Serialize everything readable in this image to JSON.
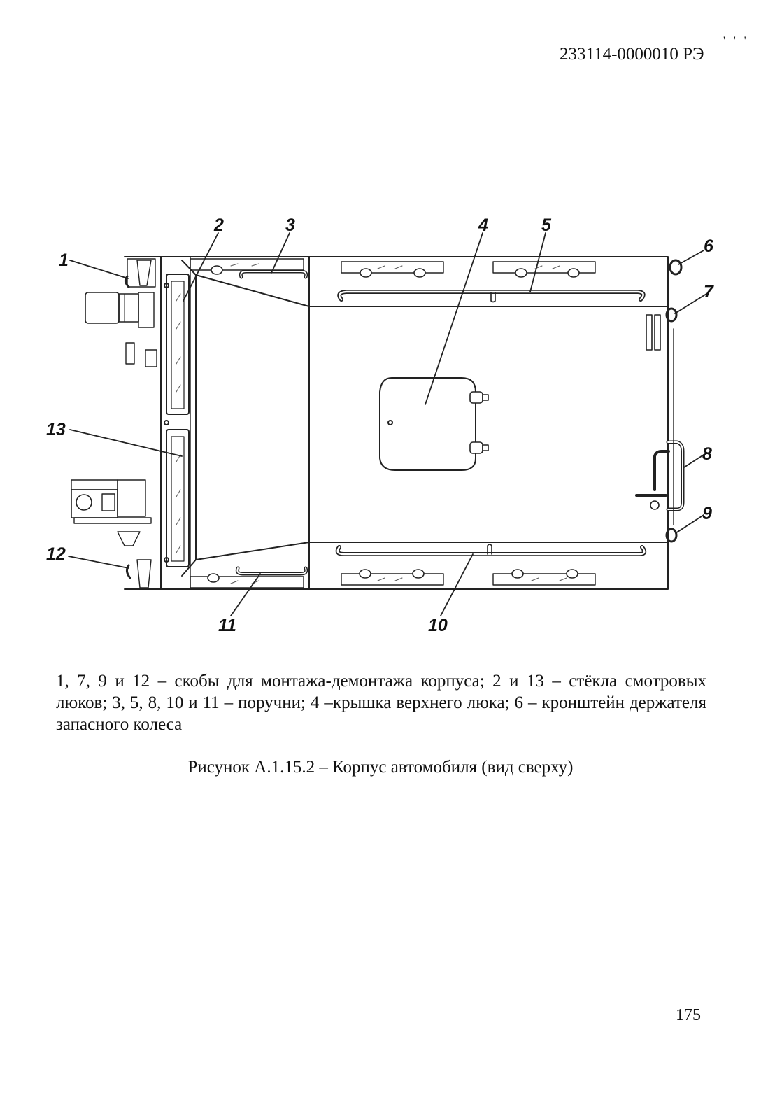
{
  "header": {
    "doc_code": "233114-0000010 РЭ",
    "corner_marks": "' ' '"
  },
  "figure": {
    "callouts": [
      "1",
      "2",
      "3",
      "4",
      "5",
      "6",
      "7",
      "8",
      "9",
      "10",
      "11",
      "12",
      "13"
    ]
  },
  "caption": {
    "legend": "1, 7, 9 и 12 – скобы для монтажа-демонтажа корпуса; 2 и 13 – стёкла смотровых люков; 3, 5, 8, 10 и 11 – поручни; 4 –крышка верхнего люка; 6 – кронштейн держателя запасного колеса",
    "title": "Рисунок А.1.15.2 – Корпус автомобиля (вид сверху)"
  },
  "footer": {
    "page_number": "175"
  }
}
